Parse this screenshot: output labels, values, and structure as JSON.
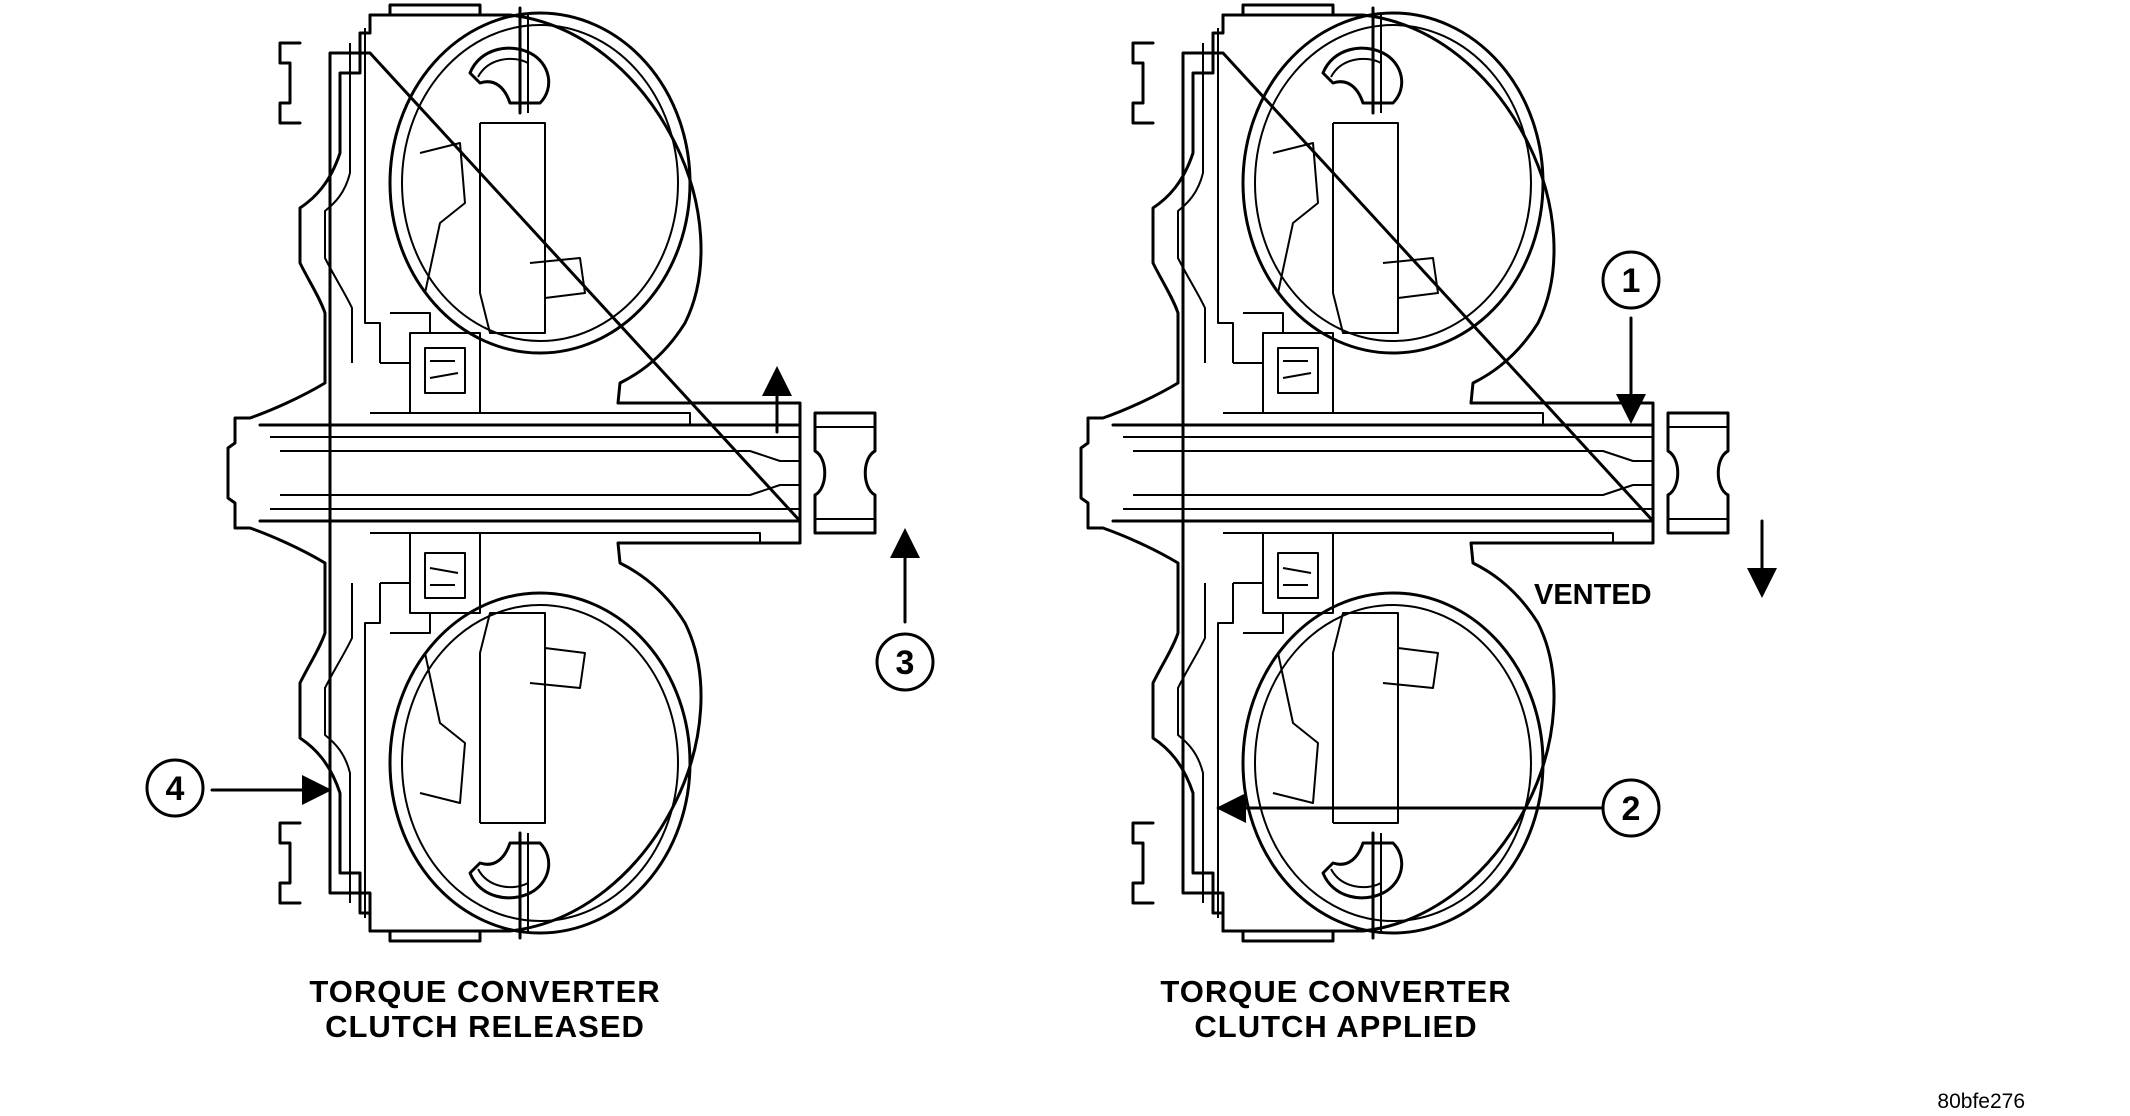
{
  "colors": {
    "ink": "#000000",
    "background": "#ffffff"
  },
  "left_view": {
    "caption_line1": "TORQUE CONVERTER",
    "caption_line2": "CLUTCH RELEASED",
    "callouts": [
      {
        "number": "3"
      },
      {
        "number": "4"
      }
    ]
  },
  "right_view": {
    "caption_line1": "TORQUE CONVERTER",
    "caption_line2": "CLUTCH APPLIED",
    "vented_label": "VENTED",
    "callouts": [
      {
        "number": "1"
      },
      {
        "number": "2"
      }
    ]
  },
  "figure_id": "80bfe276"
}
